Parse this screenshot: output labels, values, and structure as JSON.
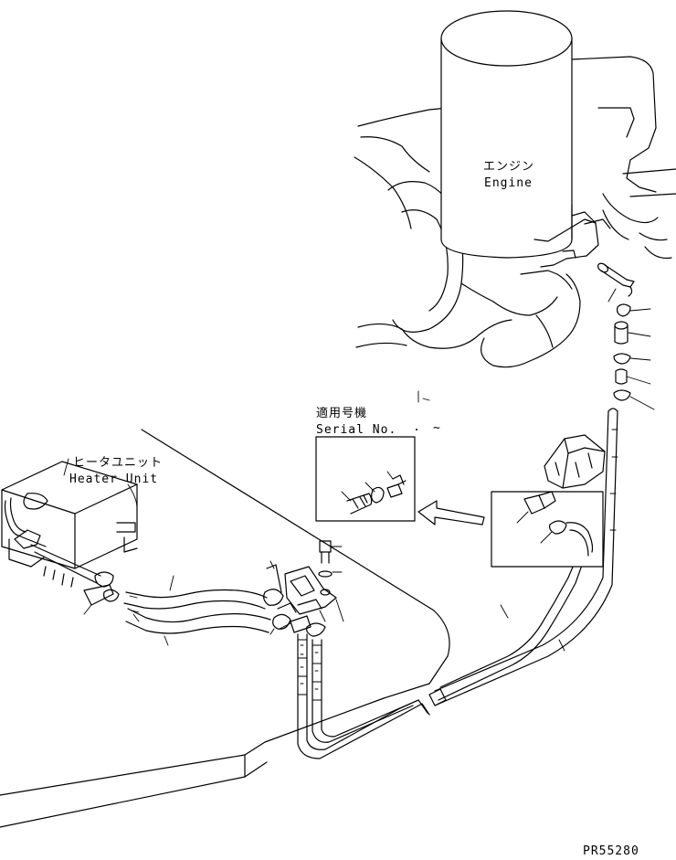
{
  "labels": {
    "engine_jp": "エンジン",
    "engine_en": "Engine",
    "heater_jp": "ヒータユニット",
    "heater_en": "Heater Unit",
    "serial_jp": "適用号機",
    "serial_en": "Serial No.",
    "serial_range": "~",
    "drawing_no": "PR55280"
  }
}
